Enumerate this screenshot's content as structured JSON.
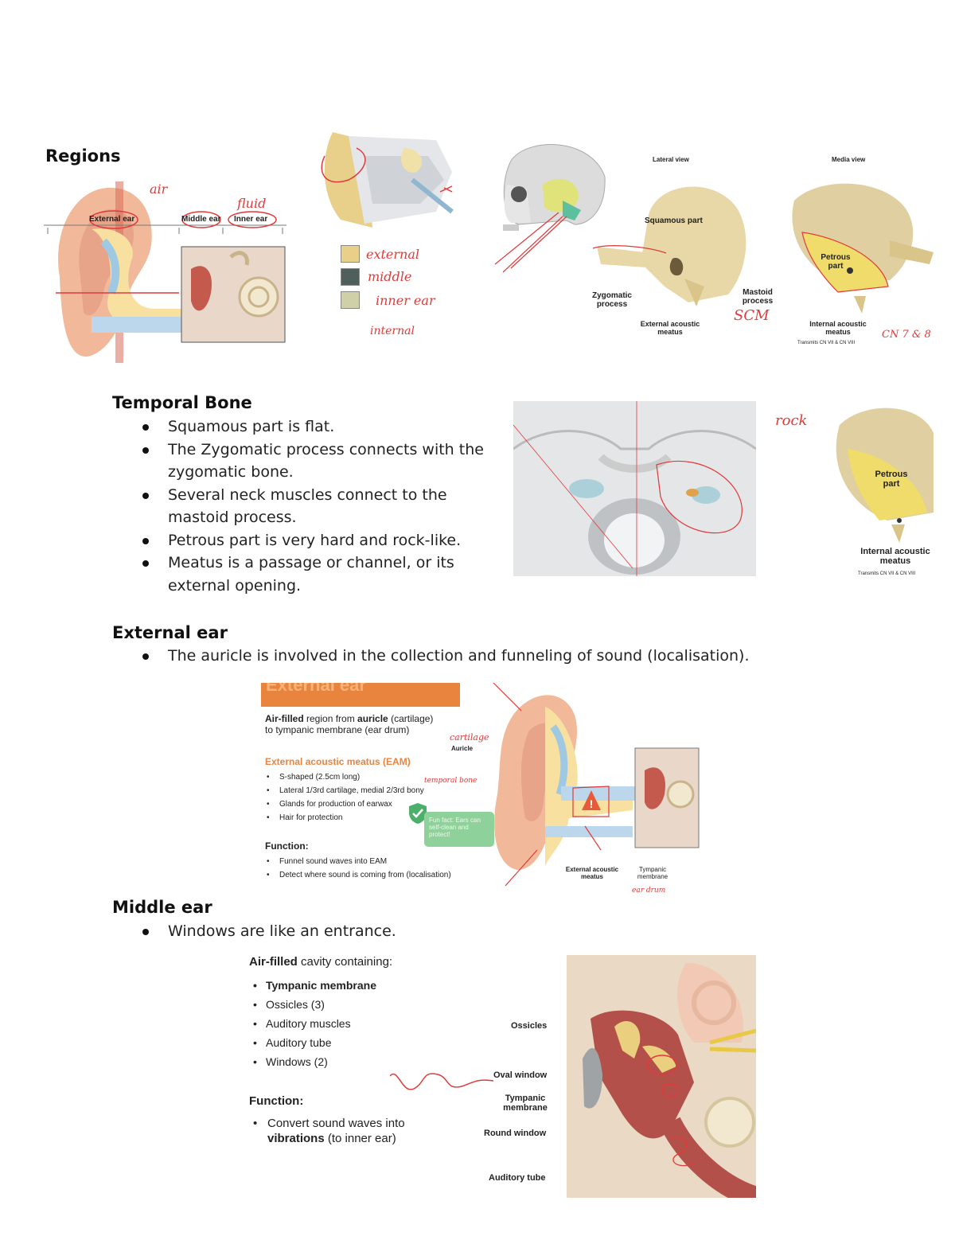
{
  "regions": {
    "heading": "Regions",
    "labels": {
      "external": "External ear",
      "middle": "Middle ear",
      "inner": "Inner ear"
    },
    "annotations": {
      "air": "air",
      "fluid": "fluid"
    },
    "legend": [
      {
        "color": "#e8cf8a",
        "note": "external"
      },
      {
        "color": "#4f5f5c",
        "note": "middle"
      },
      {
        "color": "#cfcfa8",
        "note": "inner ear"
      }
    ],
    "legend_extra": "internal",
    "bone": {
      "lateral_view": "Lateral view",
      "medial_view": "Media view",
      "squamous": "Squamous part",
      "zygomatic": "Zygomatic process",
      "mastoid": "Mastoid process",
      "ext_meatus": "External acoustic meatus",
      "petrous": "Petrous part",
      "int_meatus": "Internal acoustic meatus",
      "int_meatus_sub": "Transmits CN VII & CN VIII",
      "scm_note": "SCM",
      "cn_note": "CN 7 & 8"
    }
  },
  "temporal": {
    "heading": "Temporal Bone",
    "bullets": [
      "Squamous part is flat.",
      "The Zygomatic process connects with the zygomatic bone.",
      "Several neck muscles connect to the mastoid process.",
      "Petrous part is very hard and rock-like.",
      "Meatus is a passage or channel, or its external opening."
    ],
    "rock_note": "rock",
    "petrous_label": "Petrous part",
    "int_meatus": "Internal acoustic meatus",
    "int_meatus_sub": "Transmits CN VII & CN VIII"
  },
  "external": {
    "heading": "External ear",
    "bullets": [
      "The auricle is involved in the collection and funneling of sound (localisation)."
    ],
    "slide": {
      "title": "External ear",
      "intro_bold1": "Air-filled",
      "intro_mid": " region from ",
      "intro_bold2": "auricle",
      "intro_end": " (cartilage)",
      "intro_line2": "to tympanic membrane (ear drum)",
      "eam_title": "External acoustic meatus (EAM)",
      "eam_items": [
        "S-shaped (2.5cm long)",
        "Lateral 1/3rd cartilage, medial 2/3rd bony",
        "Glands for production of earwax",
        "Hair for protection"
      ],
      "fun_fact": "Fun fact: Ears can self-clean and protect!",
      "function_title": "Function:",
      "function_items": [
        "Funnel sound waves into EAM",
        "Detect where sound is coming from (localisation)"
      ],
      "auricle": "Auricle",
      "ext_meatus": "External acoustic meatus",
      "tympanic": "Tympanic membrane",
      "note_cartilage": "cartilage",
      "note_temporal": "temporal bone",
      "note_eardrum": "ear drum"
    }
  },
  "middle": {
    "heading": "Middle ear",
    "bullets": [
      "Windows are like an entrance."
    ],
    "slide": {
      "intro_bold": "Air-filled",
      "intro_rest": " cavity containing:",
      "items": [
        "Tympanic membrane",
        "Ossicles (3)",
        "Auditory muscles",
        "Auditory tube",
        "Windows (2)"
      ],
      "function_title": "Function:",
      "func_line1": "Convert sound waves into",
      "func_bold": "vibrations",
      "func_rest": " (to inner ear)",
      "labels": {
        "ossicles": "Ossicles",
        "oval": "Oval window",
        "tympanic": "Tympanic membrane",
        "round": "Round window",
        "auditory": "Auditory tube"
      }
    }
  }
}
